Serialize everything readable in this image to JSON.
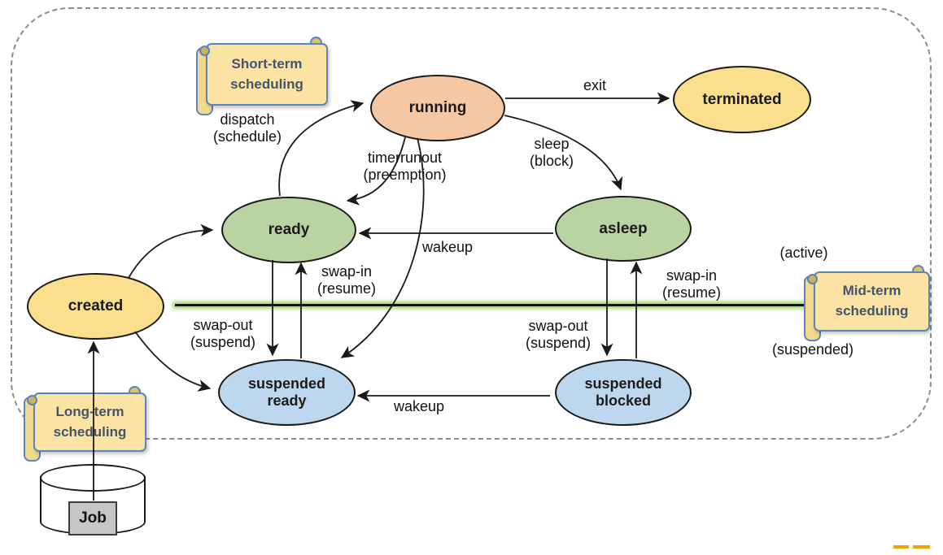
{
  "states": {
    "created": {
      "label": "created",
      "fill": "#fcdf8d"
    },
    "running": {
      "label": "running",
      "fill": "#f6c7a3"
    },
    "terminated": {
      "label": "terminated",
      "fill": "#fcdf8d"
    },
    "ready": {
      "label": "ready",
      "fill": "#b9d3a3"
    },
    "asleep": {
      "label": "asleep",
      "fill": "#b9d3a3"
    },
    "suspended_ready": {
      "label": "suspended\nready",
      "fill": "#bdd7ee"
    },
    "suspended_blocked": {
      "label": "suspended\nblocked",
      "fill": "#bdd7ee"
    }
  },
  "transitions": {
    "dispatch": {
      "label": "dispatch\n(schedule)",
      "from": "ready",
      "to": "running"
    },
    "timerrunout": {
      "label": "timerrunout\n(preemption)",
      "from": "running",
      "to": "ready"
    },
    "exit": {
      "label": "exit",
      "from": "running",
      "to": "terminated"
    },
    "sleep": {
      "label": "sleep\n(block)",
      "from": "running",
      "to": "asleep"
    },
    "wakeup_top": {
      "label": "wakeup",
      "from": "asleep",
      "to": "ready"
    },
    "swap_out_left": {
      "label": "swap-out\n(suspend)",
      "from": "ready",
      "to": "suspended_ready"
    },
    "swap_in_left": {
      "label": "swap-in\n(resume)",
      "from": "suspended_ready",
      "to": "ready"
    },
    "swap_out_right": {
      "label": "swap-out\n(suspend)",
      "from": "asleep",
      "to": "suspended_blocked"
    },
    "swap_in_right": {
      "label": "swap-in\n(resume)",
      "from": "suspended_blocked",
      "to": "asleep"
    },
    "wakeup_bottom": {
      "label": "wakeup",
      "from": "suspended_blocked",
      "to": "suspended_ready"
    }
  },
  "schedulers": {
    "short_term": {
      "label": "Short-term\nscheduling"
    },
    "mid_term": {
      "label": "Mid-term\nscheduling"
    },
    "long_term": {
      "label": "Long-term\nscheduling"
    }
  },
  "annotations": {
    "active": "(active)",
    "suspended": "(suspended)"
  },
  "job": {
    "label": "Job"
  },
  "colors": {
    "state_yellow": "#fcdf8d",
    "state_orange": "#f6c7a3",
    "state_green": "#b9d3a3",
    "state_blue": "#bdd7ee",
    "scroll_fill": "#fbe3a4",
    "scroll_border": "#5b84b8",
    "scroll_text": "#44546a",
    "divider_green": "#92d050",
    "job_fill": "#c6c6c6",
    "accent_dash": "#efa500",
    "outline": "#1a1a1a"
  }
}
